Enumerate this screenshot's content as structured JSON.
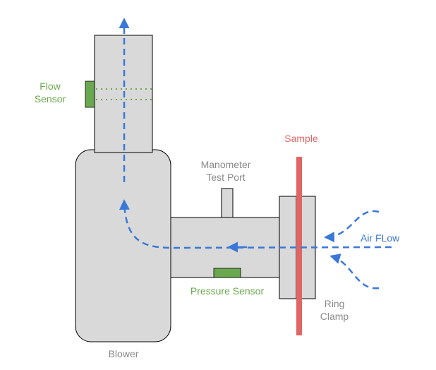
{
  "labels": {
    "flow_sensor": [
      "Flow",
      "Sensor"
    ],
    "sample": "Sample",
    "manometer": [
      "Manometer",
      "Test Port"
    ],
    "air_flow": "Air FLow",
    "pressure_sensor": "Pressure Sensor",
    "ring_clamp": [
      "Ring",
      "Clamp"
    ],
    "blower": "Blower"
  },
  "colors": {
    "body_fill": "#d9d9d9",
    "outline": "#000000",
    "air_flow": "#3a78d8",
    "sensor_green": "#6aa84f",
    "sample_red": "#e06666",
    "label_gray": "#8a8a8a"
  }
}
